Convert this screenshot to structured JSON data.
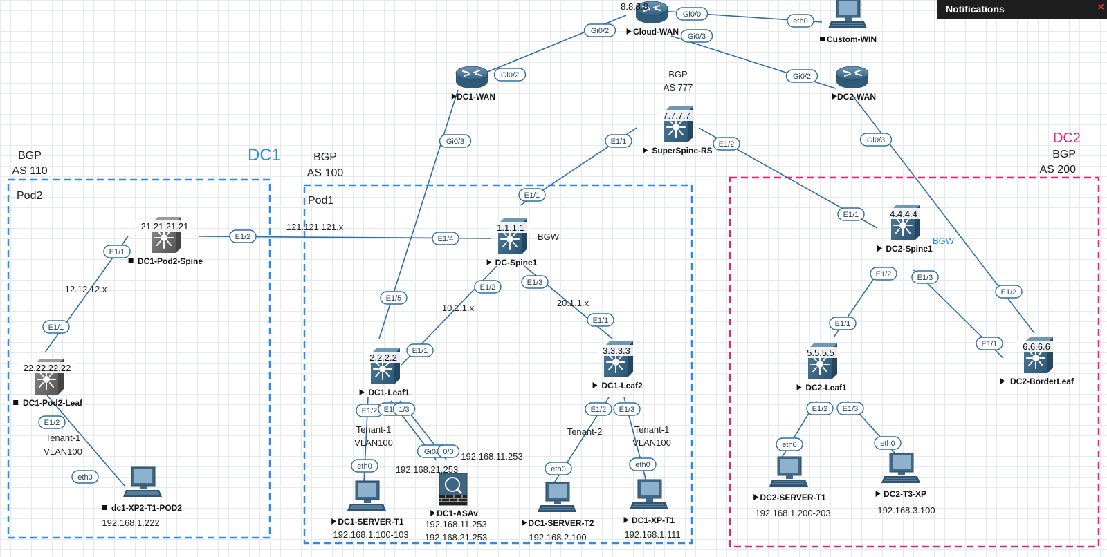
{
  "notifications": {
    "title": "Notifications",
    "close_glyph": "×"
  },
  "colors": {
    "dc1_box": "#2a8be8",
    "dc2_box": "#e0247a",
    "dc1_title": "#2a8be8",
    "dc2_title": "#e0247a",
    "link": "#2d6ea8",
    "device": "#3b6a8d",
    "bgw_dc2": "#2a8be8"
  },
  "labels": [
    {
      "id": "dc1-title",
      "text": "DC1",
      "cls": "dc1"
    },
    {
      "id": "dc2-title",
      "text": "DC2",
      "cls": "dc2"
    },
    {
      "id": "bgp-pod2",
      "text": "BGP"
    },
    {
      "id": "as-pod2",
      "text": "AS 110"
    },
    {
      "id": "bgp-pod1",
      "text": "BGP"
    },
    {
      "id": "as-pod1",
      "text": "AS 100"
    },
    {
      "id": "bgp-dc2",
      "text": "BGP"
    },
    {
      "id": "as-dc2",
      "text": "AS 200"
    },
    {
      "id": "bgp-rs",
      "text": "BGP"
    },
    {
      "id": "as-rs",
      "text": "AS 777"
    },
    {
      "id": "pod2",
      "text": "Pod2"
    },
    {
      "id": "pod1",
      "text": "Pod1"
    },
    {
      "id": "net-121",
      "text": "121.121.121.x"
    },
    {
      "id": "net-12",
      "text": "12.12.12.x"
    },
    {
      "id": "net-10",
      "text": "10.1.1.x"
    },
    {
      "id": "net-20",
      "text": "20.1.1.x"
    },
    {
      "id": "bgw-dc1",
      "text": "BGW"
    },
    {
      "id": "bgw-dc2",
      "text": "BGW",
      "cls": "bgw2"
    },
    {
      "id": "tenant1-pod2",
      "text": "Tenant-1"
    },
    {
      "id": "vlan-pod2",
      "text": "VLAN100"
    },
    {
      "id": "tenant1-leaf1",
      "text": "Tenant-1"
    },
    {
      "id": "vlan-leaf1",
      "text": "VLAN100"
    },
    {
      "id": "tenant2-leaf2",
      "text": "Tenant-2"
    },
    {
      "id": "tenant1-leaf2",
      "text": "Tenant-1"
    },
    {
      "id": "vlan-leaf2",
      "text": "VLAN100"
    },
    {
      "id": "asa-ip1",
      "text": "192.168.11.253"
    },
    {
      "id": "asa-ip2",
      "text": "192.168.21.253"
    },
    {
      "id": "ip-pod2-pc",
      "text": "192.168.1.222"
    },
    {
      "id": "ip-server-t1",
      "text": "192.168.1.100-103"
    },
    {
      "id": "ip-asav-1",
      "text": "192.168.11.253"
    },
    {
      "id": "ip-asav-2",
      "text": "192.168.21.253"
    },
    {
      "id": "ip-server-t2",
      "text": "192.168.2.100"
    },
    {
      "id": "ip-xp-t1",
      "text": "192.168.1.111"
    },
    {
      "id": "ip-dc2-server",
      "text": "192.168.1.200-203"
    },
    {
      "id": "ip-dc2-xp",
      "text": "192.168.3.100"
    }
  ],
  "nodes": [
    {
      "id": "cloud-wan",
      "kind": "router",
      "name": "Cloud-WAN",
      "top": "8.8.8.8",
      "state": "run"
    },
    {
      "id": "custom-win",
      "kind": "pc",
      "name": "Custom-WIN",
      "state": "stop"
    },
    {
      "id": "dc1-wan",
      "kind": "router",
      "name": "DC1-WAN",
      "state": "run"
    },
    {
      "id": "dc2-wan",
      "kind": "router",
      "name": "DC2-WAN",
      "state": "run"
    },
    {
      "id": "superspine",
      "kind": "switch",
      "name": "SuperSpine-RS",
      "top": "7.7.7.7",
      "state": "run"
    },
    {
      "id": "dc1-pod2-spine",
      "kind": "switch-gray",
      "name": "DC1-Pod2-Spine",
      "top": "21.21.21.21",
      "state": "stop"
    },
    {
      "id": "dc1-pod2-leaf",
      "kind": "switch-gray",
      "name": "DC1-Pod2-Leaf",
      "top": "22.22.22.22",
      "state": "stop"
    },
    {
      "id": "dc1-xp2",
      "kind": "pc",
      "name": "dc1-XP2-T1-POD2",
      "state": "stop"
    },
    {
      "id": "dc-spine1",
      "kind": "switch",
      "name": "DC-Spine1",
      "top": "1.1.1.1",
      "state": "run"
    },
    {
      "id": "dc1-leaf1",
      "kind": "switch",
      "name": "DC1-Leaf1",
      "top": "2.2.2.2",
      "state": "run"
    },
    {
      "id": "dc1-leaf2",
      "kind": "switch",
      "name": "DC1-Leaf2",
      "top": "3.3.3.3",
      "state": "run"
    },
    {
      "id": "dc1-server-t1",
      "kind": "pc",
      "name": "DC1-SERVER-T1",
      "state": "run"
    },
    {
      "id": "dc1-asav",
      "kind": "firewall",
      "name": "DC1-ASAv",
      "state": "run"
    },
    {
      "id": "dc1-server-t2",
      "kind": "pc",
      "name": "DC1-SERVER-T2",
      "state": "run"
    },
    {
      "id": "dc1-xp-t1",
      "kind": "pc",
      "name": "DC1-XP-T1",
      "state": "run"
    },
    {
      "id": "dc2-spine1",
      "kind": "switch",
      "name": "DC2-Spine1",
      "top": "4.4.4.4",
      "state": "run"
    },
    {
      "id": "dc2-leaf1",
      "kind": "switch",
      "name": "DC2-Leaf1",
      "top": "5.5.5.5",
      "state": "run"
    },
    {
      "id": "dc2-borderleaf",
      "kind": "switch",
      "name": "DC2-BorderLeaf",
      "top": "6.6.6.6",
      "state": "run"
    },
    {
      "id": "dc2-server-t1",
      "kind": "pc",
      "name": "DC2-SERVER-T1",
      "state": "run"
    },
    {
      "id": "dc2-t3-xp",
      "kind": "pc",
      "name": "DC2-T3-XP",
      "state": "run"
    }
  ],
  "interfaces": [
    {
      "id": "i1",
      "text": "Gi0/0"
    },
    {
      "id": "i2",
      "text": "eth0"
    },
    {
      "id": "i3",
      "text": "Gi0/2"
    },
    {
      "id": "i4",
      "text": "Gi0/2"
    },
    {
      "id": "i5",
      "text": "Gi0/3"
    },
    {
      "id": "i6",
      "text": "Gi0/2"
    },
    {
      "id": "i7",
      "text": "Gi0/3"
    },
    {
      "id": "i8",
      "text": "Gi0/3"
    },
    {
      "id": "i9",
      "text": "E1/1"
    },
    {
      "id": "i10",
      "text": "E1/2"
    },
    {
      "id": "i11",
      "text": "E1/1"
    },
    {
      "id": "i12",
      "text": "E1/1"
    },
    {
      "id": "i13",
      "text": "E1/2"
    },
    {
      "id": "i14",
      "text": "E1/4"
    },
    {
      "id": "i15",
      "text": "E1/1"
    },
    {
      "id": "i16",
      "text": "E1/1"
    },
    {
      "id": "i17",
      "text": "E1/2"
    },
    {
      "id": "i18",
      "text": "eth0"
    },
    {
      "id": "i19",
      "text": "E1/5"
    },
    {
      "id": "i20",
      "text": "E1/2"
    },
    {
      "id": "i21",
      "text": "E1/3"
    },
    {
      "id": "i22",
      "text": "E1/1"
    },
    {
      "id": "i23",
      "text": "E1/1"
    },
    {
      "id": "i24",
      "text": "E1/2"
    },
    {
      "id": "i25",
      "text": "E1/4"
    },
    {
      "id": "i26",
      "text": "1/3"
    },
    {
      "id": "i27",
      "text": "eth0"
    },
    {
      "id": "i28",
      "text": "Gi0/1"
    },
    {
      "id": "i29",
      "text": "0/0"
    },
    {
      "id": "i30",
      "text": "E1/2"
    },
    {
      "id": "i31",
      "text": "E1/3"
    },
    {
      "id": "i32",
      "text": "eth0"
    },
    {
      "id": "i33",
      "text": "eth0"
    },
    {
      "id": "i34",
      "text": "E1/2"
    },
    {
      "id": "i35",
      "text": "E1/3"
    },
    {
      "id": "i36",
      "text": "E1/2"
    },
    {
      "id": "i37",
      "text": "E1/1"
    },
    {
      "id": "i38",
      "text": "E1/1"
    },
    {
      "id": "i39",
      "text": "E1/2"
    },
    {
      "id": "i40",
      "text": "E1/3"
    },
    {
      "id": "i41",
      "text": "eth0"
    },
    {
      "id": "i42",
      "text": "eth0"
    }
  ]
}
